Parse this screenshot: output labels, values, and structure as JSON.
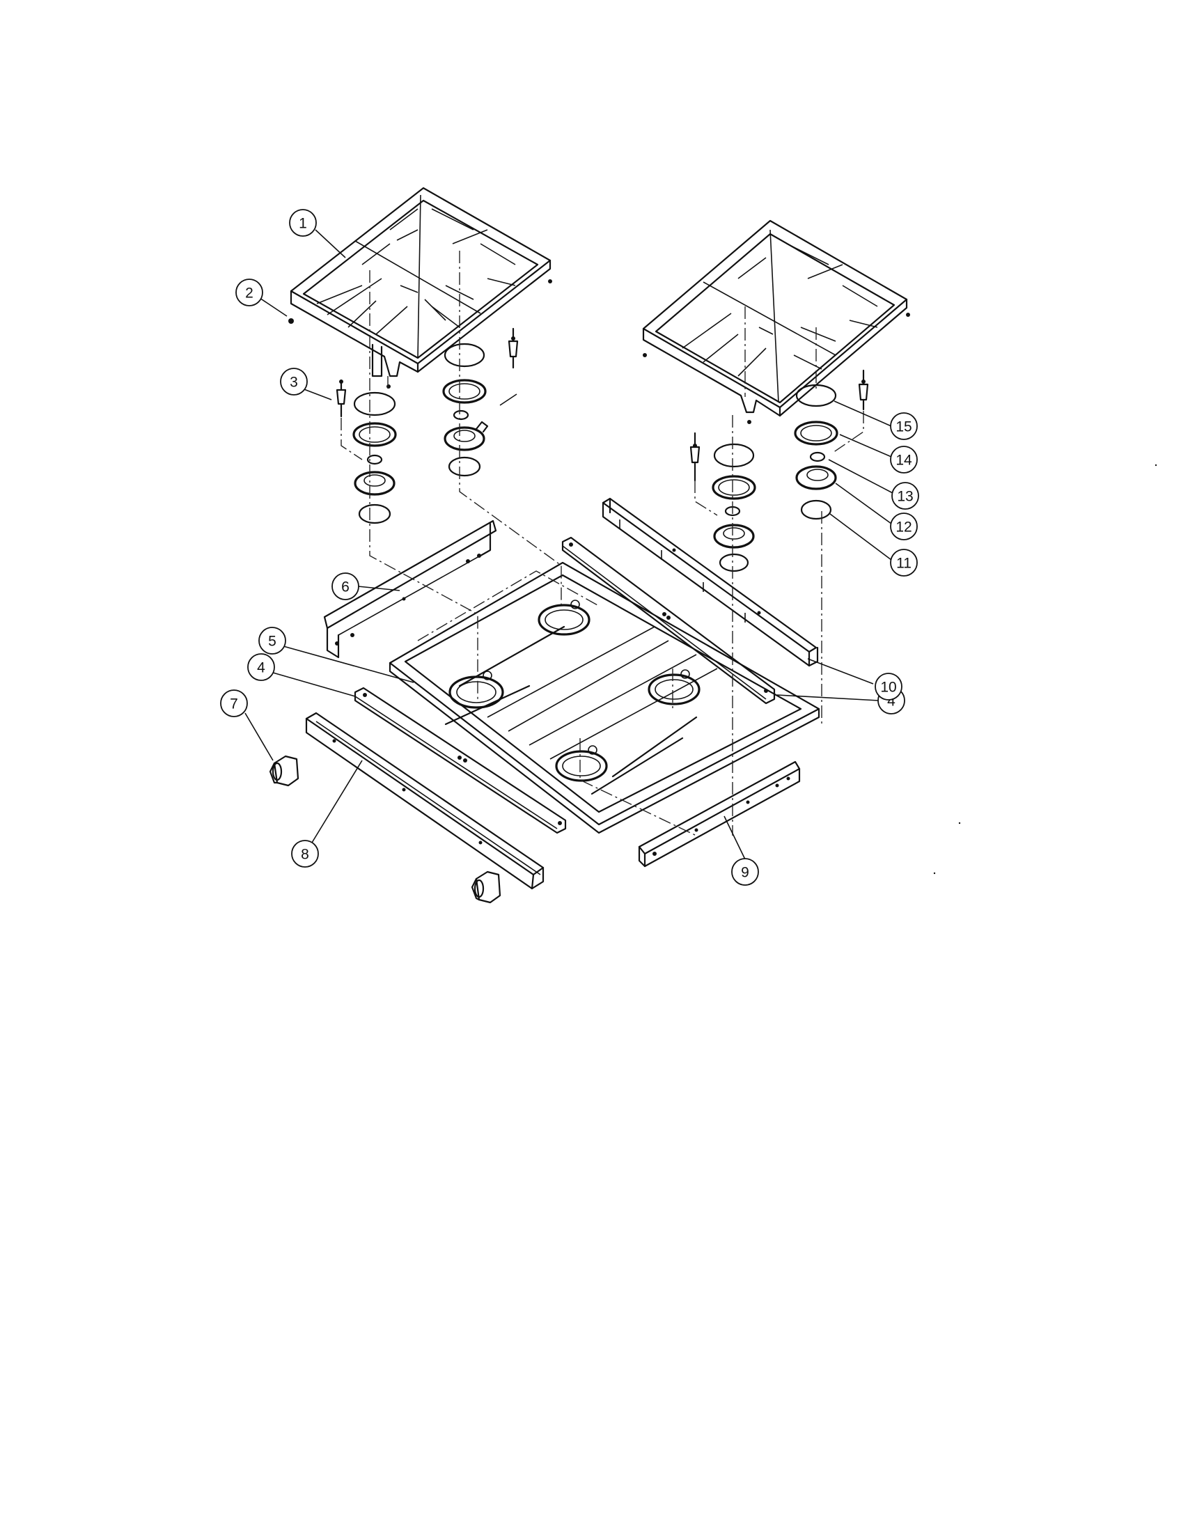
{
  "callouts": [
    {
      "id": "1",
      "label": "1"
    },
    {
      "id": "2",
      "label": "2"
    },
    {
      "id": "3",
      "label": "3"
    },
    {
      "id": "4a",
      "label": "4"
    },
    {
      "id": "4b",
      "label": "4"
    },
    {
      "id": "5",
      "label": "5"
    },
    {
      "id": "6",
      "label": "6"
    },
    {
      "id": "7",
      "label": "7"
    },
    {
      "id": "8",
      "label": "8"
    },
    {
      "id": "9",
      "label": "9"
    },
    {
      "id": "10",
      "label": "10"
    },
    {
      "id": "11",
      "label": "11"
    },
    {
      "id": "12",
      "label": "12"
    },
    {
      "id": "13",
      "label": "13"
    },
    {
      "id": "14",
      "label": "14"
    },
    {
      "id": "15",
      "label": "15"
    }
  ]
}
